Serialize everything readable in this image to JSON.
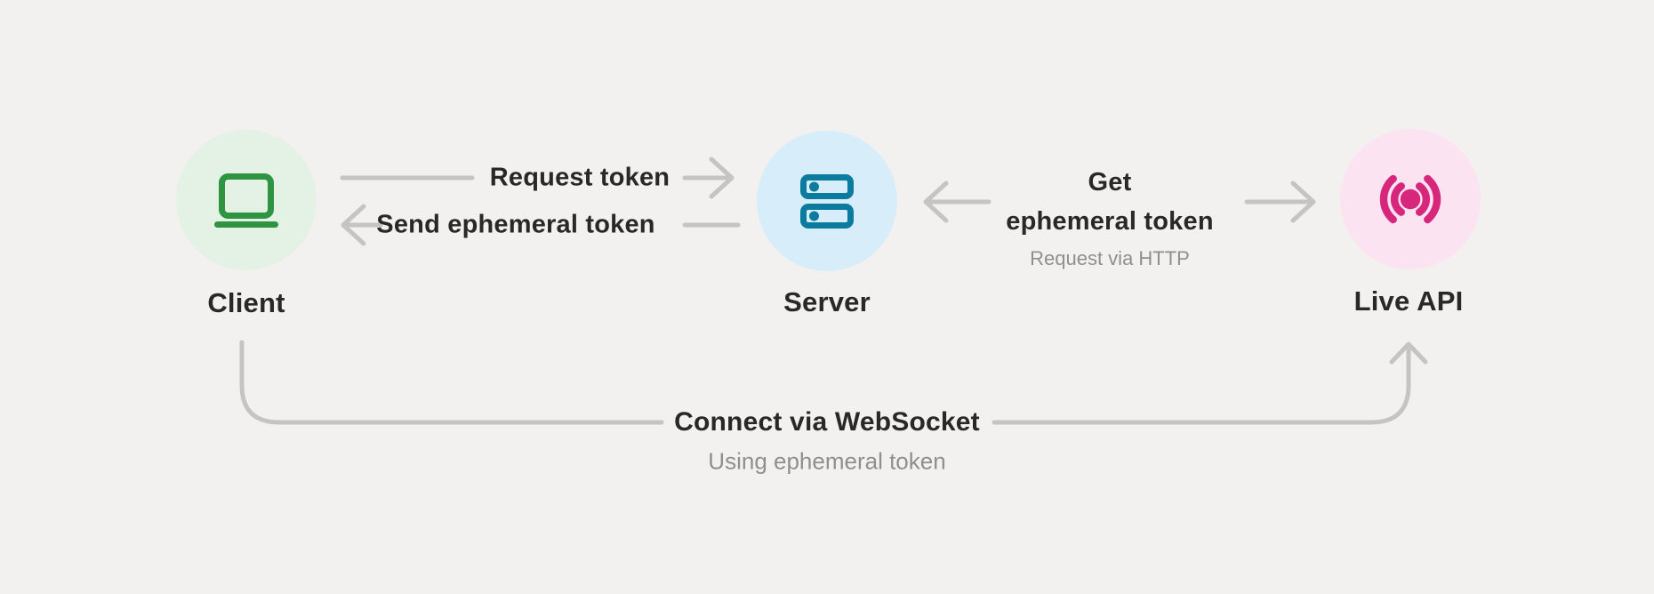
{
  "colors": {
    "background": "#f2f1ef",
    "connector": "#c6c4c2",
    "label_dark": "#282826",
    "label_gray": "#918f8c"
  },
  "nodes": [
    {
      "id": "client",
      "label": "Client",
      "icon": "laptop-icon",
      "circle_color": "#e4f2e5",
      "icon_color": "#2e9442"
    },
    {
      "id": "server",
      "label": "Server",
      "icon": "server-icon",
      "circle_color": "#d8edfa",
      "icon_color": "#0b7c9e"
    },
    {
      "id": "live-api",
      "label": "Live API",
      "icon": "broadcast-icon",
      "circle_color": "#fce3f2",
      "icon_color": "#d6277c"
    }
  ],
  "edges": [
    {
      "id": "request-token",
      "from": "client",
      "to": "server",
      "label": "Request token"
    },
    {
      "id": "send-ephemeral-token",
      "from": "server",
      "to": "client",
      "label": "Send ephemeral token"
    },
    {
      "id": "get-ephemeral-token",
      "from": "server",
      "to": "live-api",
      "label": "Get\nephemeral token",
      "sublabel": "Request via HTTP"
    },
    {
      "id": "connect-websocket",
      "from": "client",
      "to": "live-api",
      "label": "Connect via WebSocket",
      "sublabel": "Using ephemeral token"
    }
  ]
}
